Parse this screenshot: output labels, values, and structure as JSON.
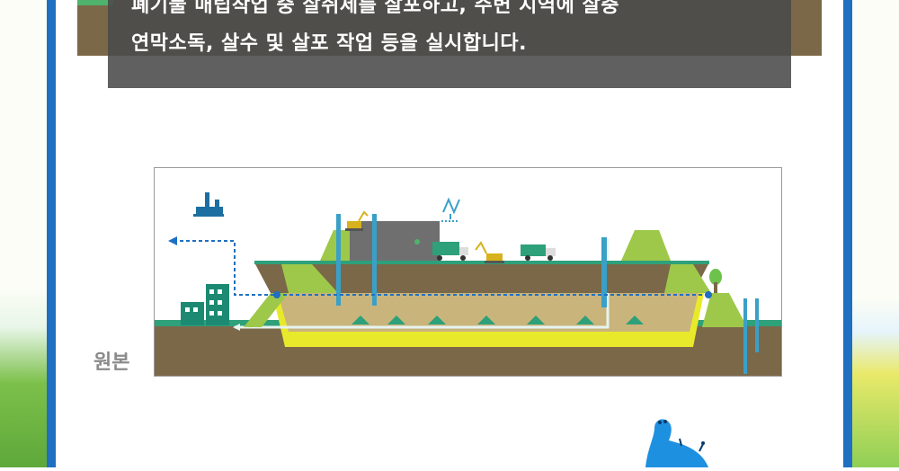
{
  "caption": {
    "line1": "폐기물 매립작업 중 살쥐제를 살포하고, 주변 지역에 살충",
    "line2": "연막소독, 살수 및 살포 작업 등을 실시합니다."
  },
  "diagram": {
    "original_label": "원본"
  },
  "colors": {
    "frame_blue": "#1f6fc2",
    "soil_brown": "#7b6848",
    "grass_green": "#4fb36d",
    "mound_green": "#9ec84a",
    "liner_yellow": "#e9e92b",
    "waste_tan": "#c9b47c",
    "waste_gray": "#6f6f6f",
    "pipe_blue": "#3aa0c8",
    "building_teal": "#1c8a73"
  },
  "icons": [
    "factory-icon",
    "sprinkler-icon",
    "excavator-icon",
    "dump-truck-icon",
    "building-icon",
    "tree-icon",
    "mascot-icon"
  ]
}
